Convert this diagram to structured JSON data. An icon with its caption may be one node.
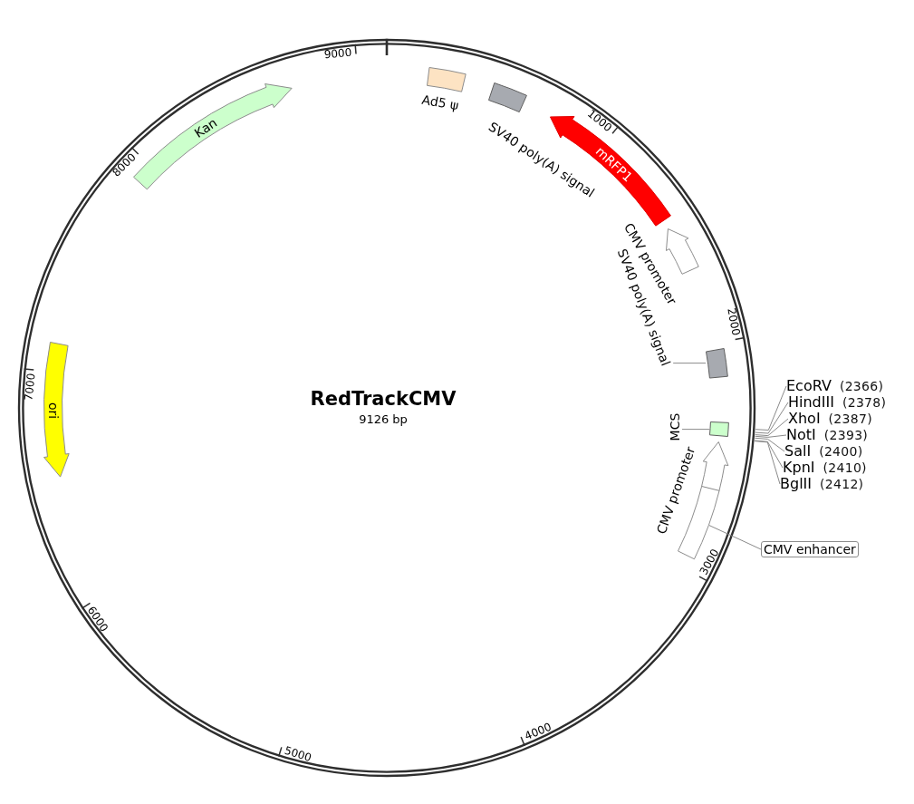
{
  "diagram": {
    "title": "RedTrackCMV",
    "nodes": [
      {
        "text": [
          "Ad5 ψ"
        ]
      },
      {
        "text": [
          "SV40 poly(A) signal"
        ]
      },
      {
        "text": [
          "mRFP1"
        ]
      },
      {
        "text": [
          "CMV promoter"
        ]
      },
      {
        "text": [
          "SV40 poly(A) signal"
        ]
      },
      {
        "text": [],
        "shape": "box"
      },
      {
        "text": [
          "EcoRV",
          "(2366)"
        ]
      },
      {
        "text": [
          "HindIII",
          "(2378)"
        ]
      },
      {
        "text": [
          "XhoI",
          "(2387)"
        ]
      },
      {
        "text": [
          "NotI",
          "(2393)"
        ]
      },
      {
        "text": [
          "SalI",
          "(2400)"
        ]
      },
      {
        "text": [
          "KpnI",
          "(2410)"
        ]
      },
      {
        "text": [
          "BglII",
          "(2412)"
        ]
      },
      {
        "text": [
          "MCS"
        ]
      },
      {
        "text": [],
        "shape": "box"
      },
      {
        "text": [
          "CMV promoter"
        ]
      },
      {
        "text": [],
        "shape": "box"
      },
      {
        "text": [
          "CMV enhancer"
        ]
      },
      {
        "text": [
          "ori"
        ]
      },
      {
        "text": [
          "Kan"
        ]
      }
    ],
    "edges": [
      {
        "from": 4,
        "to": 5,
        "arrow": "none"
      },
      {
        "from": 6,
        "to": null,
        "arrow": "none"
      },
      {
        "from": 7,
        "to": null,
        "arrow": "none"
      },
      {
        "from": 8,
        "to": null,
        "arrow": "none"
      },
      {
        "from": 9,
        "to": null,
        "arrow": "none"
      },
      {
        "from": 10,
        "to": null,
        "arrow": "none"
      },
      {
        "from": 11,
        "to": null,
        "arrow": "none"
      },
      {
        "from": 12,
        "to": null,
        "arrow": "none"
      },
      {
        "from": 13,
        "to": 14,
        "arrow": "none"
      },
      {
        "from": 17,
        "to": 16,
        "arrow": "none"
      }
    ],
    "labels": [
      "9126 bp",
      "1000",
      "2000",
      "3000",
      "4000",
      "5000",
      "6000",
      "7000",
      "8000",
      "9000"
    ]
  }
}
